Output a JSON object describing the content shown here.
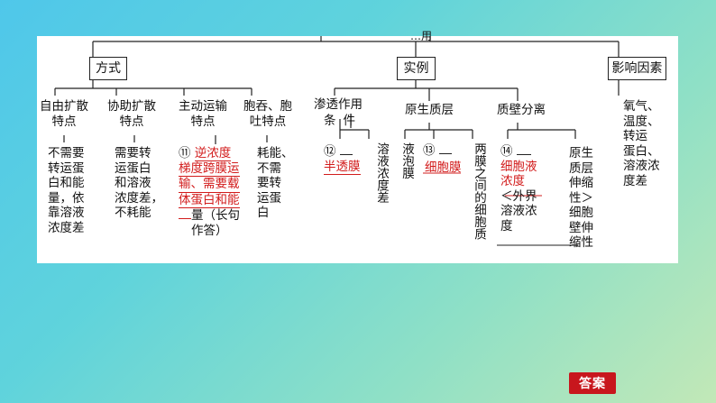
{
  "diagram": {
    "top": {
      "partial_title": "…用"
    },
    "level1": {
      "mode": "方式",
      "example": "实例",
      "factors": "影响因素"
    },
    "modes": {
      "free_diffusion": {
        "title": [
          "自由扩散",
          "特点"
        ],
        "body": [
          "不需要",
          "转运蛋",
          "白和能",
          "量，依",
          "靠溶液",
          "浓度差"
        ]
      },
      "facilitated_diffusion": {
        "title": [
          "协助扩散",
          "特点"
        ],
        "body": [
          "需要转",
          "运蛋白",
          "和溶液",
          "浓度差，",
          "不耗能"
        ]
      },
      "active_transport": {
        "title": [
          "主动运输",
          "特点"
        ],
        "num": "⑪",
        "lines": [
          {
            "plain": "",
            "red": "逆浓度"
          },
          {
            "plain": "",
            "red": "梯度跨膜运"
          },
          {
            "plain": "",
            "red": "输、需要载"
          },
          {
            "plain": "",
            "red": "体蛋白和能"
          },
          {
            "plain": "量（长句",
            "red": ""
          },
          {
            "plain": "作答）",
            "red": ""
          }
        ]
      },
      "endo_exocytosis": {
        "title": [
          "胞吞、胞",
          "吐特点"
        ],
        "body": [
          "耗能、",
          "不需",
          "要转",
          "运蛋",
          "白"
        ]
      }
    },
    "examples": {
      "osmosis": {
        "title": "渗透作用",
        "condition_label": "条件",
        "num12": "⑫",
        "answer12": "半透膜",
        "solution_diff": "溶液浓度差"
      },
      "protoplast": {
        "title": "原生质层",
        "vacuole_membrane": "液泡膜",
        "num13": "⑬",
        "answer13": "细胞膜",
        "cytoplasm": "两膜之间的细胞质"
      },
      "plasmolysis": {
        "title": "质壁分离",
        "num14": "⑭",
        "answer14_l1": "细胞液",
        "answer14_l2": "浓度",
        "lt_text": [
          "＜外界",
          "溶液浓",
          "度"
        ],
        "right_text": [
          "原生",
          "质层",
          "伸缩",
          "性＞",
          "细胞",
          "壁伸",
          "缩性"
        ]
      }
    },
    "factors_body": [
      "氧气、",
      "温度、",
      "转运",
      "蛋白、",
      "溶液浓",
      "度差"
    ]
  },
  "answer_button": {
    "label": "答案"
  },
  "colors": {
    "accent_red": "#d21c1c",
    "button_red": "#c8161d"
  }
}
